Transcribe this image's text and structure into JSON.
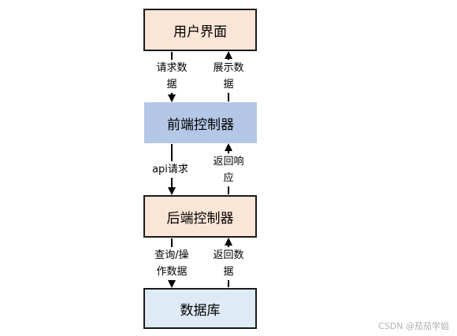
{
  "nodes": {
    "ui": "用户界面",
    "frontend": "前端控制器",
    "backend": "后端控制器",
    "database": "数据库"
  },
  "edges": {
    "ui_to_frontend": [
      "请求数",
      "据"
    ],
    "frontend_to_ui": [
      "展示数",
      "据"
    ],
    "frontend_to_backend": [
      "api请求"
    ],
    "backend_to_frontend": [
      "返回响",
      "应"
    ],
    "backend_to_database": [
      "查询/操",
      "作数据"
    ],
    "database_to_backend": [
      "返回数",
      "据"
    ]
  },
  "watermark": "CSDN @茄茄学姐",
  "colors": {
    "peach": "#fbe5d6",
    "blue": "#b4c7e7",
    "light_blue": "#deebf7",
    "border": "#1a1a1a"
  }
}
